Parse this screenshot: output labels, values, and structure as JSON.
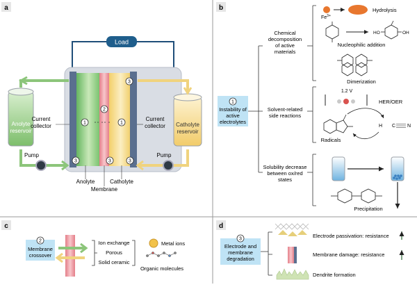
{
  "panels": {
    "a": {
      "letter": "a",
      "load": "Load",
      "anolyte_reservoir": [
        "Anolyte",
        "reservoir"
      ],
      "catholyte_reservoir": [
        "Catholyte",
        "reservoir"
      ],
      "current_collector_left": [
        "Current",
        "collector"
      ],
      "current_collector_right": [
        "Current",
        "collector"
      ],
      "pump_left": "Pump",
      "pump_right": "Pump",
      "anolyte": "Anolyte",
      "membrane": "Membrane",
      "catholyte": "Catholyte",
      "markers": {
        "one_left": "1",
        "one_right": "1",
        "two": "2",
        "three_top": "3",
        "three_left": "3",
        "three_mid": "3",
        "three_right": "3"
      }
    },
    "b": {
      "letter": "b",
      "root_number": "1",
      "root_label": [
        "Instability of",
        "active",
        "electrolytes"
      ],
      "branch1": [
        "Chemical",
        "decomposition",
        "of active",
        "materials"
      ],
      "branch2": [
        "Solvent-related",
        "side reactions"
      ],
      "branch3": [
        "Solubility decrease",
        "between ox/red",
        "states"
      ],
      "fe_label": "Fe",
      "fe_sup": "3+",
      "hydrolysis": "Hydrolysis",
      "nucleophilic": "Nucleophilic addition",
      "ho": "HO",
      "oh": "OH",
      "dimerization": "Dimerization",
      "voltage": "1.2 V",
      "her_oer": "HER/OER",
      "radicals": "Radicals",
      "acetonitrile": "H",
      "acetonitrile2": "C",
      "acetonitrile3": "N",
      "precipitation": "Precipitation"
    },
    "c": {
      "letter": "c",
      "number": "2",
      "label": [
        "Membrane",
        "crossover"
      ],
      "types": [
        "Ion exchange",
        "Porous",
        "Solid ceramic"
      ],
      "metal_ions": "Metal ions",
      "organic_molecules": "Organic molecules"
    },
    "d": {
      "letter": "d",
      "number": "3",
      "label": [
        "Electrode and",
        "membrane",
        "degradation"
      ],
      "passivation": "Electrode passivation: resistance",
      "membrane_damage": "Membrane damage: resistance",
      "dendrite": "Dendrite formation"
    }
  },
  "colors": {
    "panel_letter_bg": "#e6e6e6",
    "label_box": "#bfe3f5",
    "green": "#8cc57a",
    "yellow": "#f0d37e",
    "pink": "#e89aa1",
    "collector": "#5a6f8f",
    "cell_bg": "#d9dde4",
    "load_box": "#1f5e8c"
  }
}
